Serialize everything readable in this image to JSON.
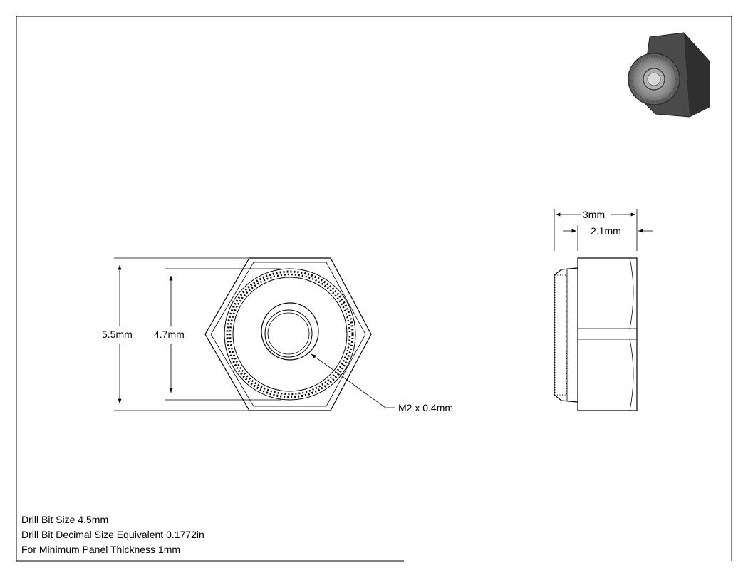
{
  "front_view": {
    "outer_dimension": "5.5mm",
    "inner_dimension": "4.7mm",
    "thread_callout": "M2 x 0.4mm"
  },
  "side_view": {
    "overall_length": "3mm",
    "hex_length": "2.1mm"
  },
  "notes": {
    "line1": "Drill Bit Size 4.5mm",
    "line2": "Drill Bit Decimal Size Equivalent 0.1772in",
    "line3": "For Minimum Panel Thickness 1mm"
  },
  "colors": {
    "line": "#000000",
    "hex_dark": "#3a3a3a",
    "hex_mid": "#6e6e6e",
    "hex_light": "#9a9a9a"
  }
}
